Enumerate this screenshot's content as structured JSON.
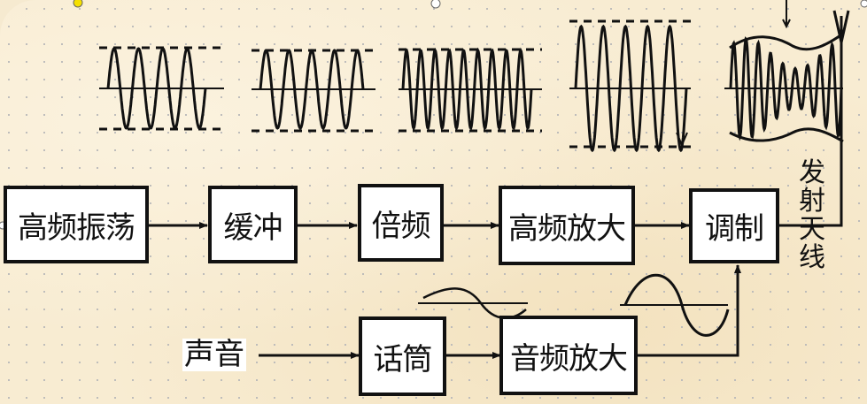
{
  "blocks": {
    "oscillator": "高频振荡",
    "buffer": "缓冲",
    "multiplier": "倍频",
    "rf_amp": "高频放大",
    "modulator": "调制",
    "microphone": "话筒",
    "af_amp": "音频放大"
  },
  "labels": {
    "sound": "声音",
    "antenna": [
      "发",
      "射",
      "天",
      "线"
    ]
  },
  "colors": {
    "line": "#111111",
    "box_fill": "#ffffff",
    "background": "#f8ecd2",
    "grid_dot": "#b9b9b9",
    "handle_yellow": "#f5e000"
  }
}
